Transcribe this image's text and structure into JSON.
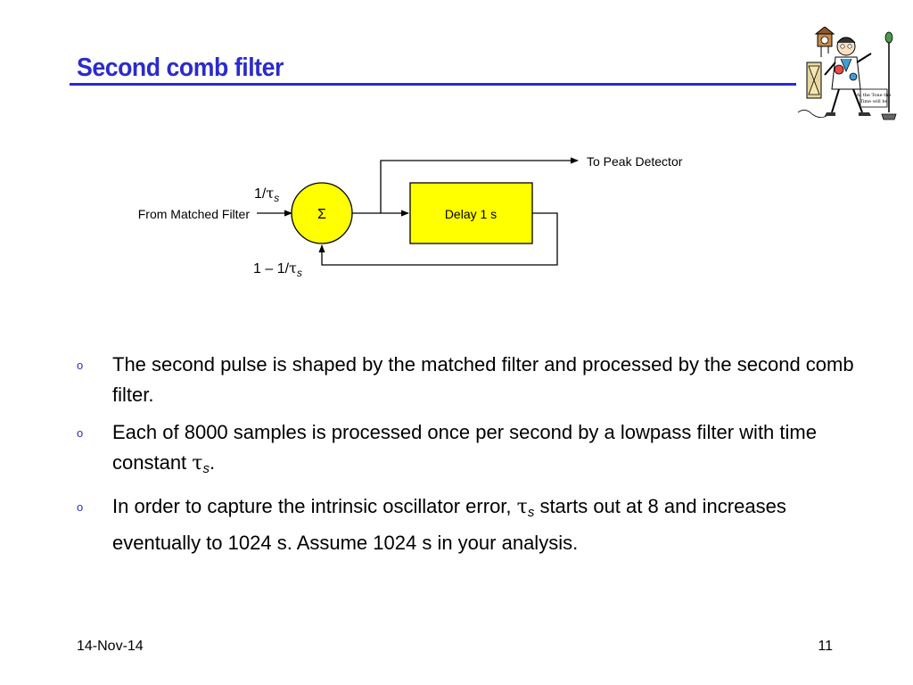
{
  "slide": {
    "title": "Second comb filter",
    "footer_date": "14-Nov-14",
    "page_number": "11"
  },
  "diagram": {
    "input_label": "From Matched Filter",
    "output_label": "To Peak Detector",
    "summer_symbol": "Σ",
    "delay_label": "Delay 1 s",
    "input_gain_prefix": "1/",
    "feedback_gain_prefix": "1 – 1/",
    "tau_symbol": "τ",
    "tau_subscript": "s",
    "colors": {
      "fill": "#ffff00",
      "stroke": "#000000"
    }
  },
  "clipart": {
    "caption_line1": "At the Tone the",
    "caption_line2": "Time will be"
  },
  "bullets": [
    {
      "text": "The second pulse is shaped by the matched filter and processed by the second comb filter."
    },
    {
      "before": "Each of 8000 samples is processed once per second by a lowpass filter with time constant ",
      "after": "."
    },
    {
      "before": "In order to capture the intrinsic oscillator error, ",
      "after": " starts out at 8 and increases eventually to 1024 s. Assume 1024 s in your analysis."
    }
  ],
  "bullet_marker": "o",
  "colors": {
    "title": "#2b2bcc",
    "text": "#000000"
  }
}
